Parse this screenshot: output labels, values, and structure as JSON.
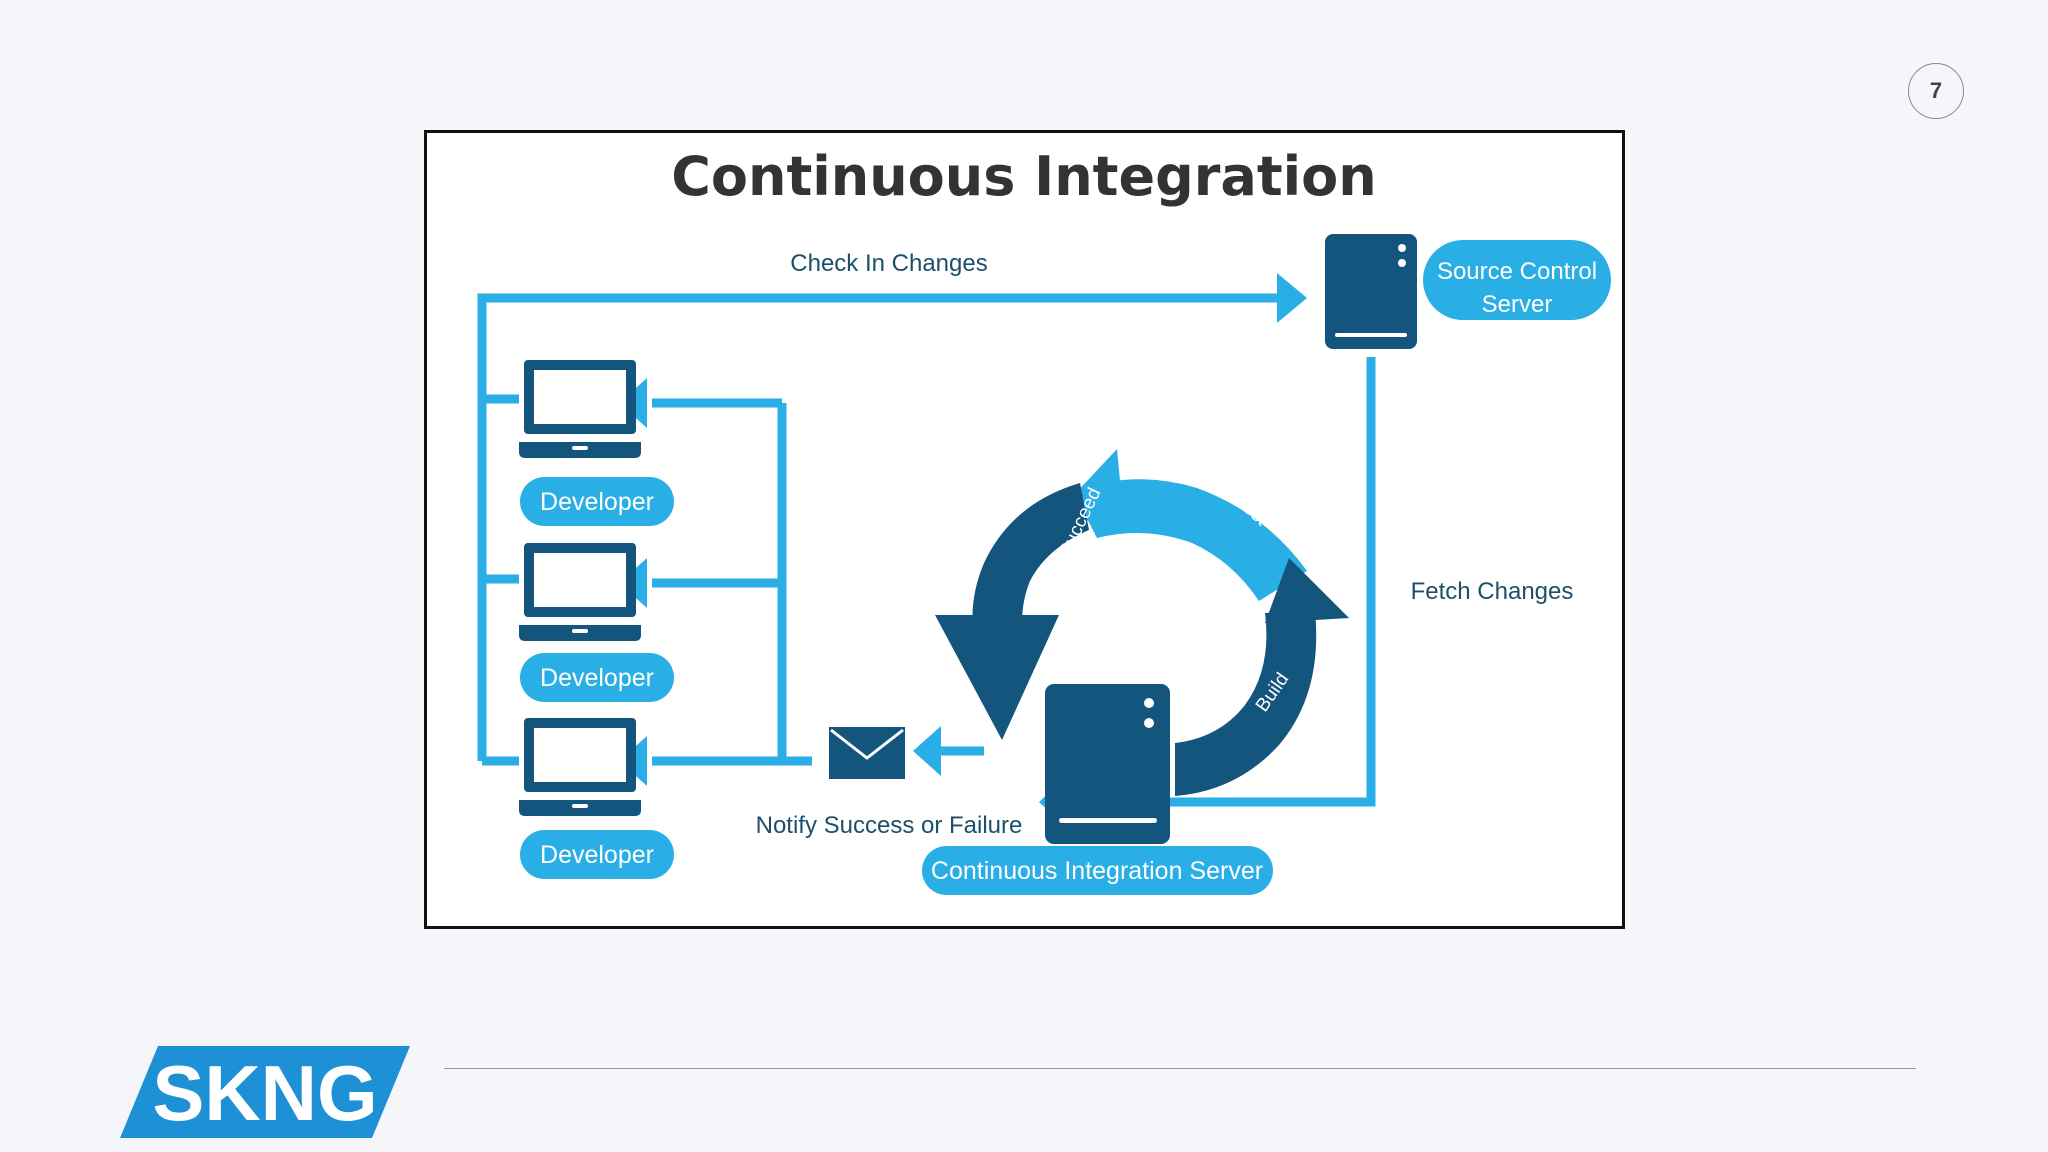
{
  "slide": {
    "page_number": "7"
  },
  "diagram": {
    "title": "Continuous Integration",
    "nodes": {
      "source_control": "Source Control Server",
      "source_control_line1": "Source Control",
      "source_control_line2": "Server",
      "developer_1": "Developer",
      "developer_2": "Developer",
      "developer_3": "Developer",
      "ci_server": "Continuous Integration Server"
    },
    "edges": {
      "check_in": "Check In Changes",
      "fetch": "Fetch Changes",
      "notify": "Notify Success or Failure"
    },
    "cycle": {
      "test": "Test",
      "build": "Build",
      "fail_or_succeed": "Fail or Succeed"
    }
  },
  "logo": {
    "text": "SKNG"
  },
  "colors": {
    "light_blue": "#29aee6",
    "dark_blue": "#14557d",
    "title_text": "#333333",
    "label_text": "#1d4f6a",
    "background": "#f5f6fa"
  }
}
